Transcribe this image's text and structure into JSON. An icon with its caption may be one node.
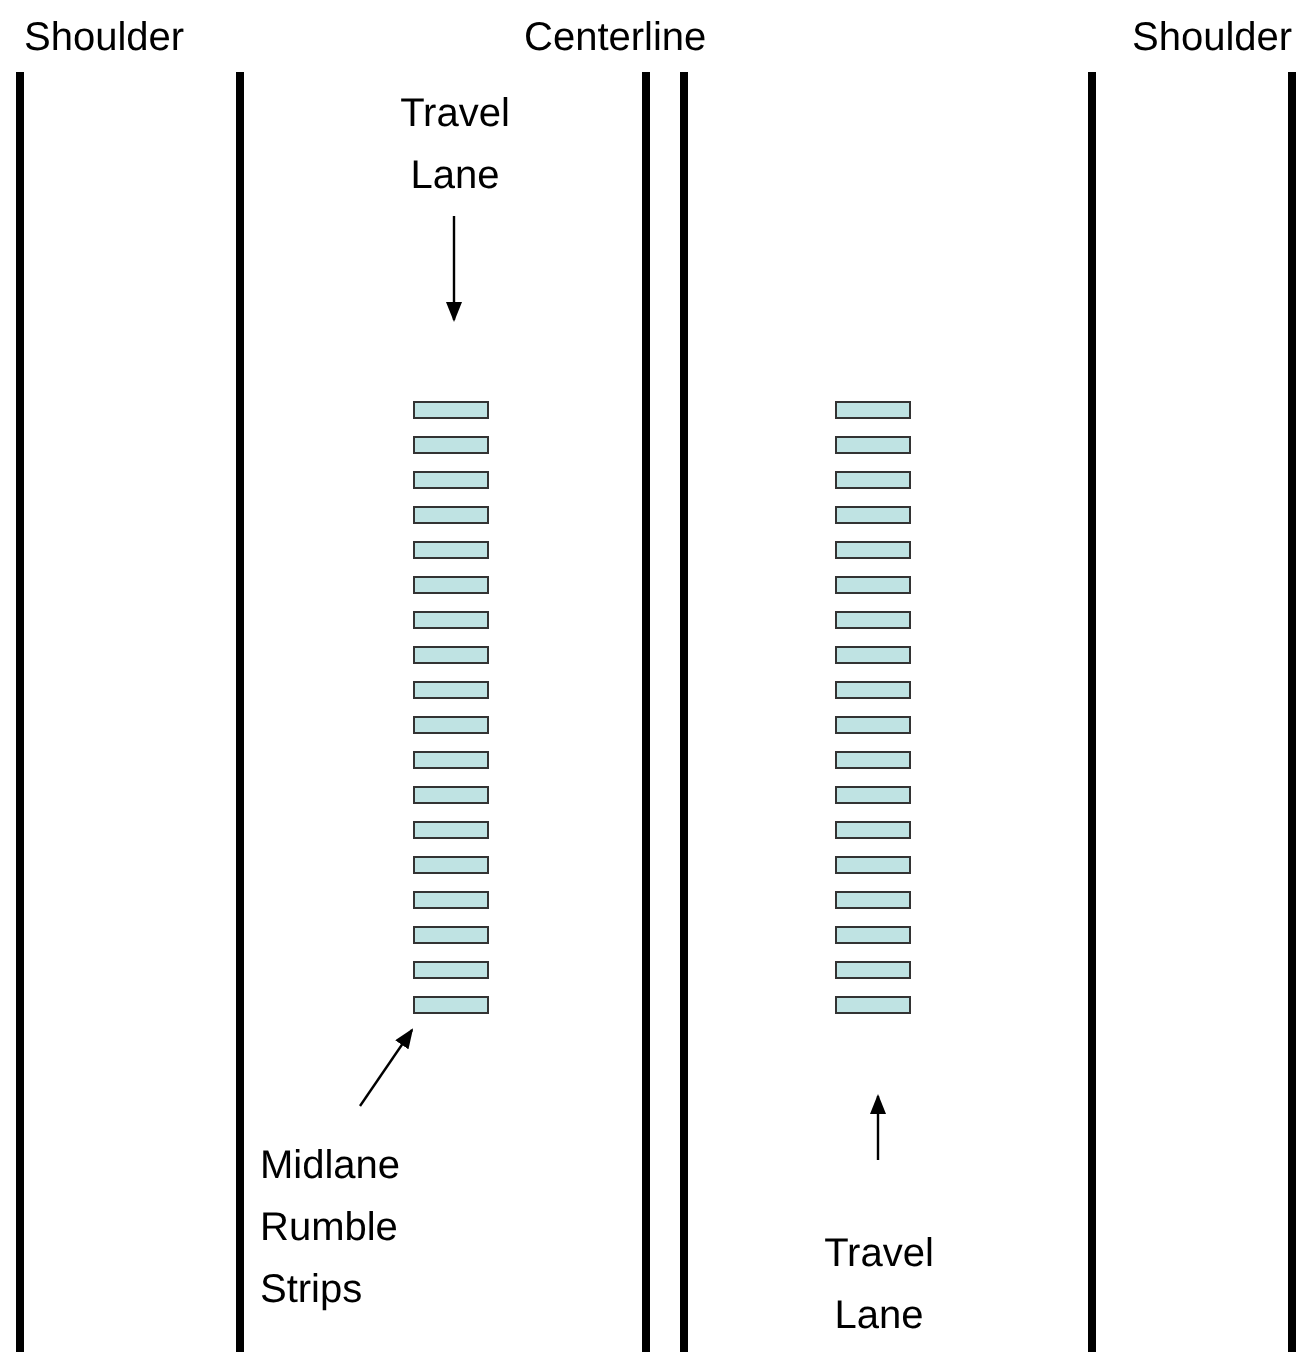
{
  "diagram": {
    "nodes": [
      {
        "text": [
          "Midlane Rumble Strips"
        ]
      },
      {
        "text": [],
        "shape": "bar"
      }
    ],
    "edges": [
      {
        "from": 0,
        "to": 1,
        "arrow": "to"
      }
    ],
    "labels": [
      "Shoulder",
      "Centerline",
      "Shoulder",
      "Travel Lane",
      "Travel Lane"
    ]
  }
}
